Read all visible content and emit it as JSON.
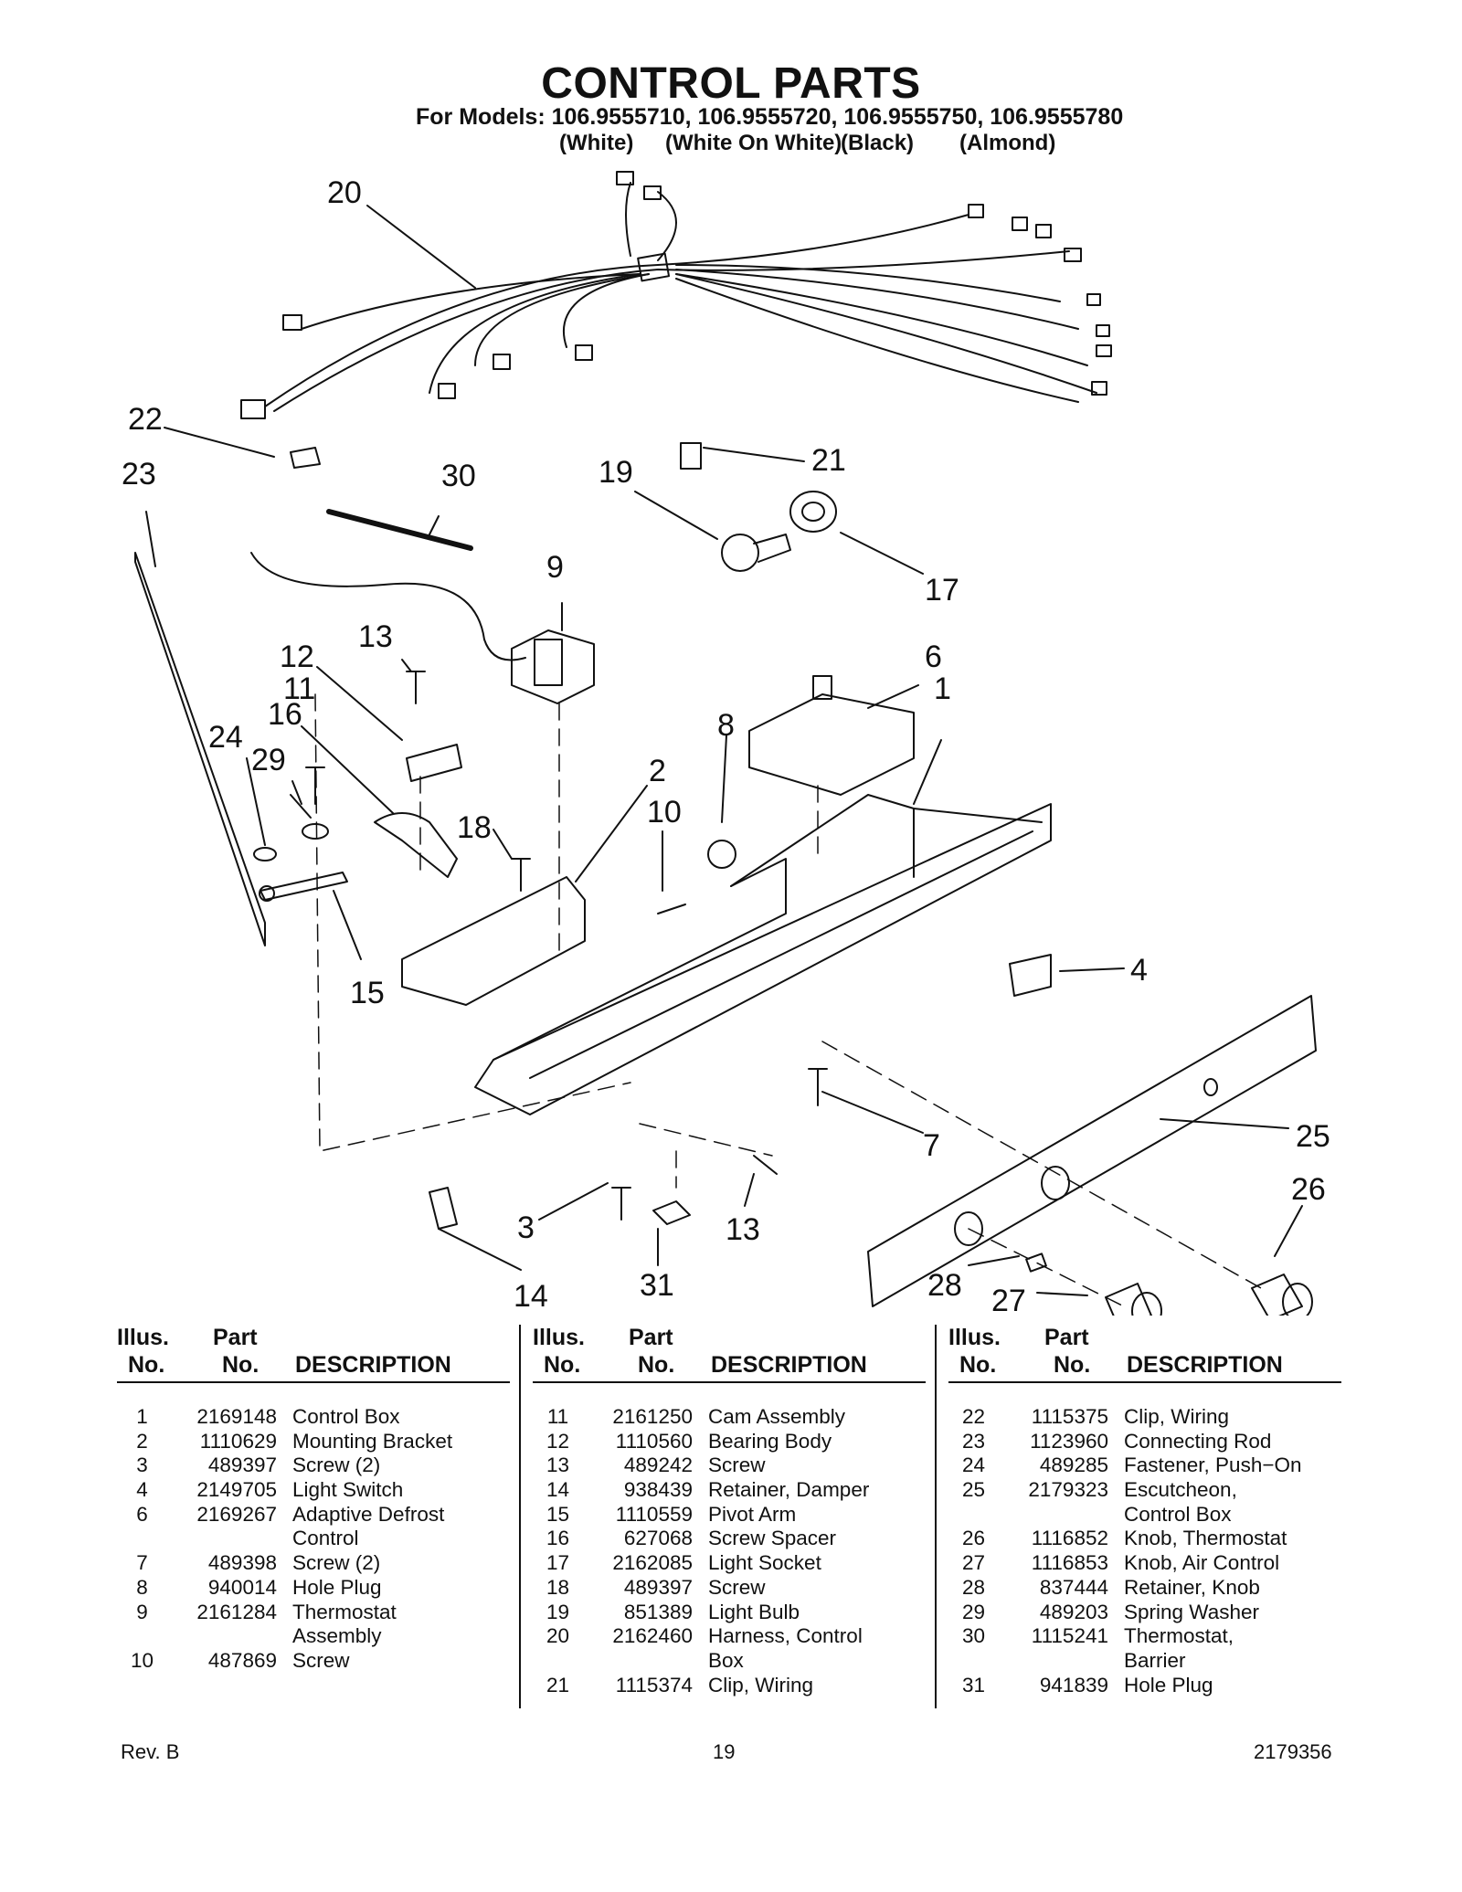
{
  "header": {
    "title": "CONTROL PARTS",
    "subtitle": "For Models: 106.9555710, 106.9555720, 106.9555750, 106.9555780",
    "variants": [
      "(White)",
      "(White On White)",
      "(Black)",
      "(Almond)"
    ]
  },
  "diagram": {
    "callouts": [
      "20",
      "22",
      "23",
      "30",
      "19",
      "21",
      "17",
      "9",
      "13",
      "12",
      "11",
      "16",
      "24",
      "29",
      "18",
      "6",
      "1",
      "8",
      "2",
      "10",
      "15",
      "4",
      "7",
      "25",
      "26",
      "3",
      "13",
      "31",
      "14",
      "28",
      "27"
    ]
  },
  "table": {
    "headers": {
      "illus_top": "Illus.",
      "illus_bottom": "No.",
      "part_top": "Part",
      "part_bottom": "No.",
      "description": "DESCRIPTION"
    },
    "columns": [
      [
        {
          "no": "1",
          "part": "2169148",
          "desc": "Control Box"
        },
        {
          "no": "2",
          "part": "1110629",
          "desc": "Mounting Bracket"
        },
        {
          "no": "3",
          "part": "489397",
          "desc": "Screw (2)"
        },
        {
          "no": "4",
          "part": "2149705",
          "desc": "Light Switch"
        },
        {
          "no": "6",
          "part": "2169267",
          "desc": "Adaptive Defrost"
        },
        {
          "no": "",
          "part": "",
          "desc": "Control"
        },
        {
          "no": "7",
          "part": "489398",
          "desc": "Screw (2)"
        },
        {
          "no": "8",
          "part": "940014",
          "desc": "Hole Plug"
        },
        {
          "no": "9",
          "part": "2161284",
          "desc": "Thermostat"
        },
        {
          "no": "",
          "part": "",
          "desc": "Assembly"
        },
        {
          "no": "10",
          "part": "487869",
          "desc": "Screw"
        }
      ],
      [
        {
          "no": "11",
          "part": "2161250",
          "desc": "Cam Assembly"
        },
        {
          "no": "12",
          "part": "1110560",
          "desc": "Bearing Body"
        },
        {
          "no": "13",
          "part": "489242",
          "desc": "Screw"
        },
        {
          "no": "14",
          "part": "938439",
          "desc": "Retainer, Damper"
        },
        {
          "no": "15",
          "part": "1110559",
          "desc": "Pivot Arm"
        },
        {
          "no": "16",
          "part": "627068",
          "desc": "Screw Spacer"
        },
        {
          "no": "17",
          "part": "2162085",
          "desc": "Light Socket"
        },
        {
          "no": "18",
          "part": "489397",
          "desc": "Screw"
        },
        {
          "no": "19",
          "part": "851389",
          "desc": "Light Bulb"
        },
        {
          "no": "20",
          "part": "2162460",
          "desc": "Harness, Control"
        },
        {
          "no": "",
          "part": "",
          "desc": "Box"
        },
        {
          "no": "21",
          "part": "1115374",
          "desc": "Clip, Wiring"
        }
      ],
      [
        {
          "no": "22",
          "part": "1115375",
          "desc": "Clip, Wiring"
        },
        {
          "no": "23",
          "part": "1123960",
          "desc": "Connecting Rod"
        },
        {
          "no": "24",
          "part": "489285",
          "desc": "Fastener, Push−On"
        },
        {
          "no": "25",
          "part": "2179323",
          "desc": "Escutcheon,"
        },
        {
          "no": "",
          "part": "",
          "desc": "Control Box"
        },
        {
          "no": "26",
          "part": "1116852",
          "desc": "Knob, Thermostat"
        },
        {
          "no": "27",
          "part": "1116853",
          "desc": "Knob, Air Control"
        },
        {
          "no": "28",
          "part": "837444",
          "desc": "Retainer, Knob"
        },
        {
          "no": "29",
          "part": "489203",
          "desc": "Spring Washer"
        },
        {
          "no": "30",
          "part": "1115241",
          "desc": "Thermostat,"
        },
        {
          "no": "",
          "part": "",
          "desc": "Barrier"
        },
        {
          "no": "31",
          "part": "941839",
          "desc": "Hole Plug"
        }
      ]
    ]
  },
  "footer": {
    "rev": "Rev. B",
    "page": "19",
    "doc": "2179356"
  }
}
